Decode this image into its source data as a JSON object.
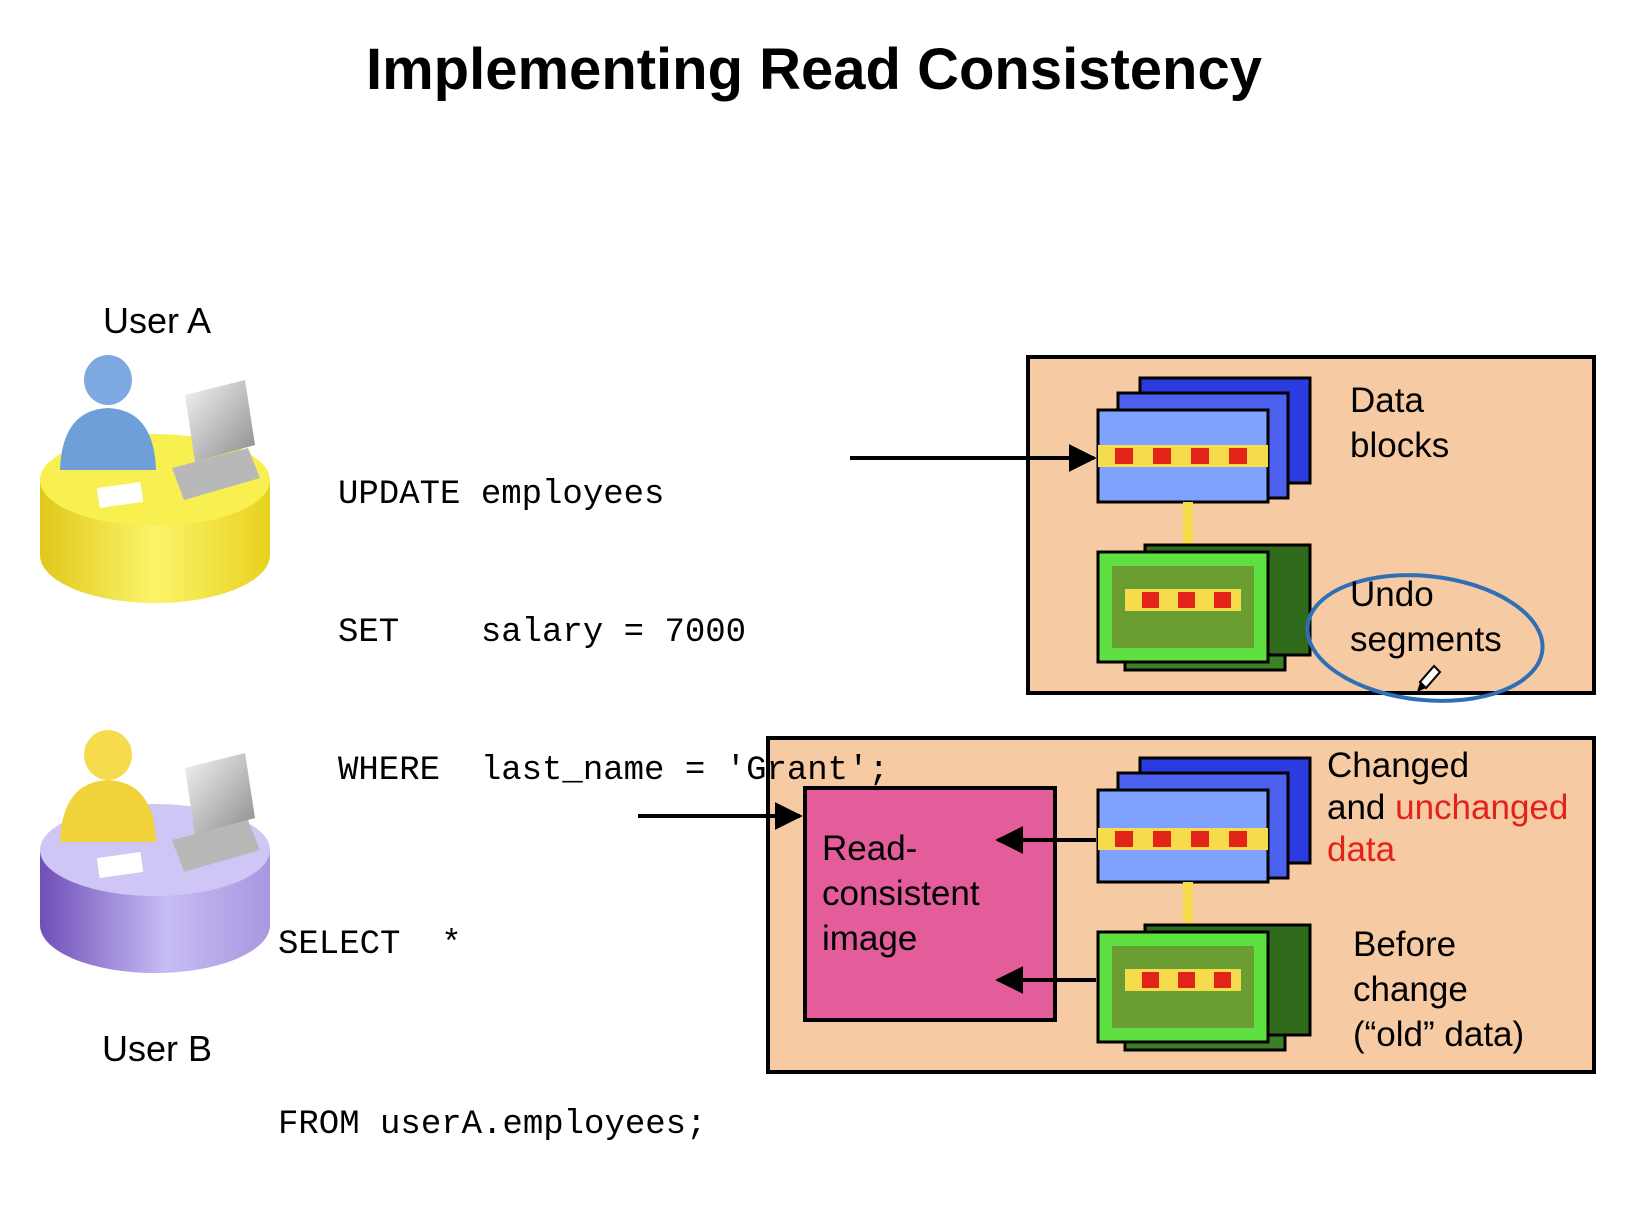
{
  "title": "Implementing Read Consistency",
  "userA": {
    "label": "User A",
    "sql": [
      "UPDATE employees",
      "SET    salary = 7000",
      "WHERE  last_name = 'Grant';"
    ]
  },
  "userB": {
    "label": "User B",
    "sql": [
      "SELECT  *",
      "FROM userA.employees;"
    ]
  },
  "panelTop": {
    "data_blocks": [
      "Data",
      "blocks"
    ],
    "undo_segments": [
      "Undo",
      "segments"
    ]
  },
  "panelBottom": {
    "read_consistent": [
      "Read-",
      "consistent",
      "image"
    ],
    "changed_line1": "Changed",
    "changed_and": "and ",
    "changed_unchanged": "unchanged",
    "changed_data": "data",
    "before_change": [
      "Before",
      "change",
      "(“old” data)"
    ]
  },
  "colors": {
    "panel_bg": "#f6caa2",
    "block_blue": "#7fa2ff",
    "block_blue_back": "#2b3be0",
    "block_green": "#5ee040",
    "block_green_dark": "#3c7f24",
    "cell_red": "#e2231a",
    "cell_yellow": "#f6dc4c",
    "read_consistent_fill": "#e35d9b",
    "annotation_blue": "#2f6fb5",
    "desk_yellow": "#f2ea2e",
    "desk_purple": "#9a7fd8",
    "person_blue": "#6f9fd8",
    "person_yellow": "#f2d23a"
  },
  "icons": [
    "user-a-workstation-icon",
    "user-b-workstation-icon",
    "pencil-cursor-icon"
  ]
}
